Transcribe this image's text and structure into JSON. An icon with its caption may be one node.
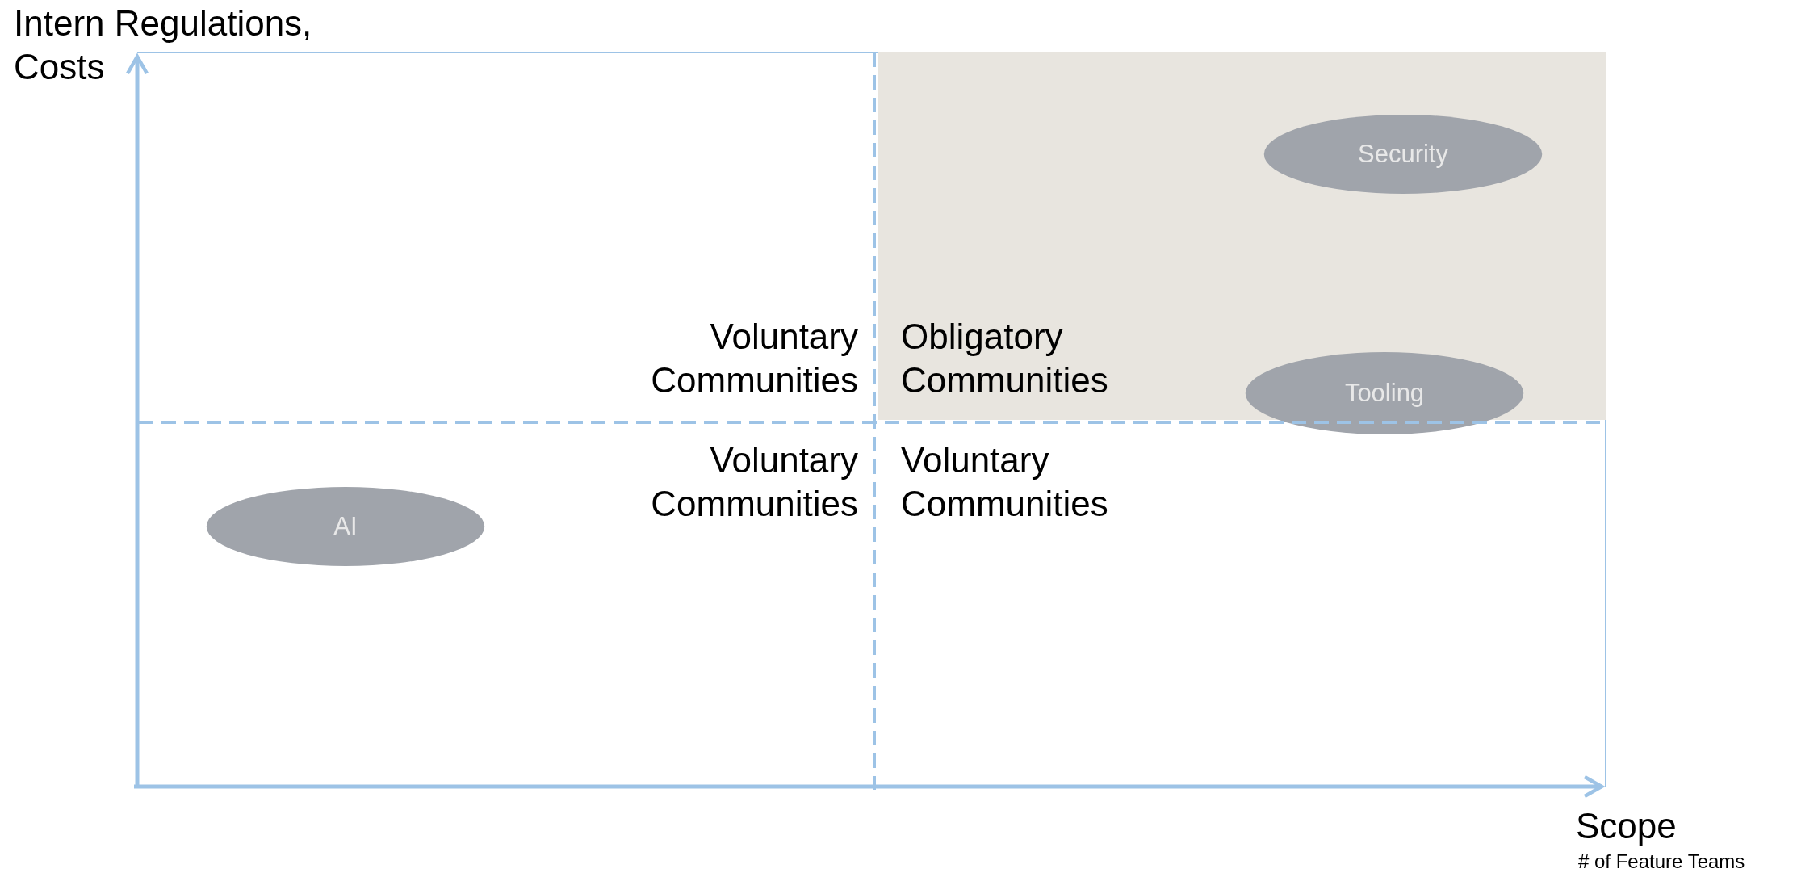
{
  "diagram": {
    "nodes": [
      {
        "text": [
          "Obligatory Communities"
        ]
      },
      {
        "text": [
          "Security"
        ],
        "in": 0
      },
      {
        "text": [
          "Tooling"
        ]
      },
      {
        "text": [
          "AI"
        ]
      }
    ],
    "edges": [],
    "labels": [
      "Intern Regulations, Costs",
      "Voluntary Communities",
      "Voluntary Communities",
      "Voluntary Communities",
      "Scope",
      "# of Feature Teams"
    ]
  }
}
